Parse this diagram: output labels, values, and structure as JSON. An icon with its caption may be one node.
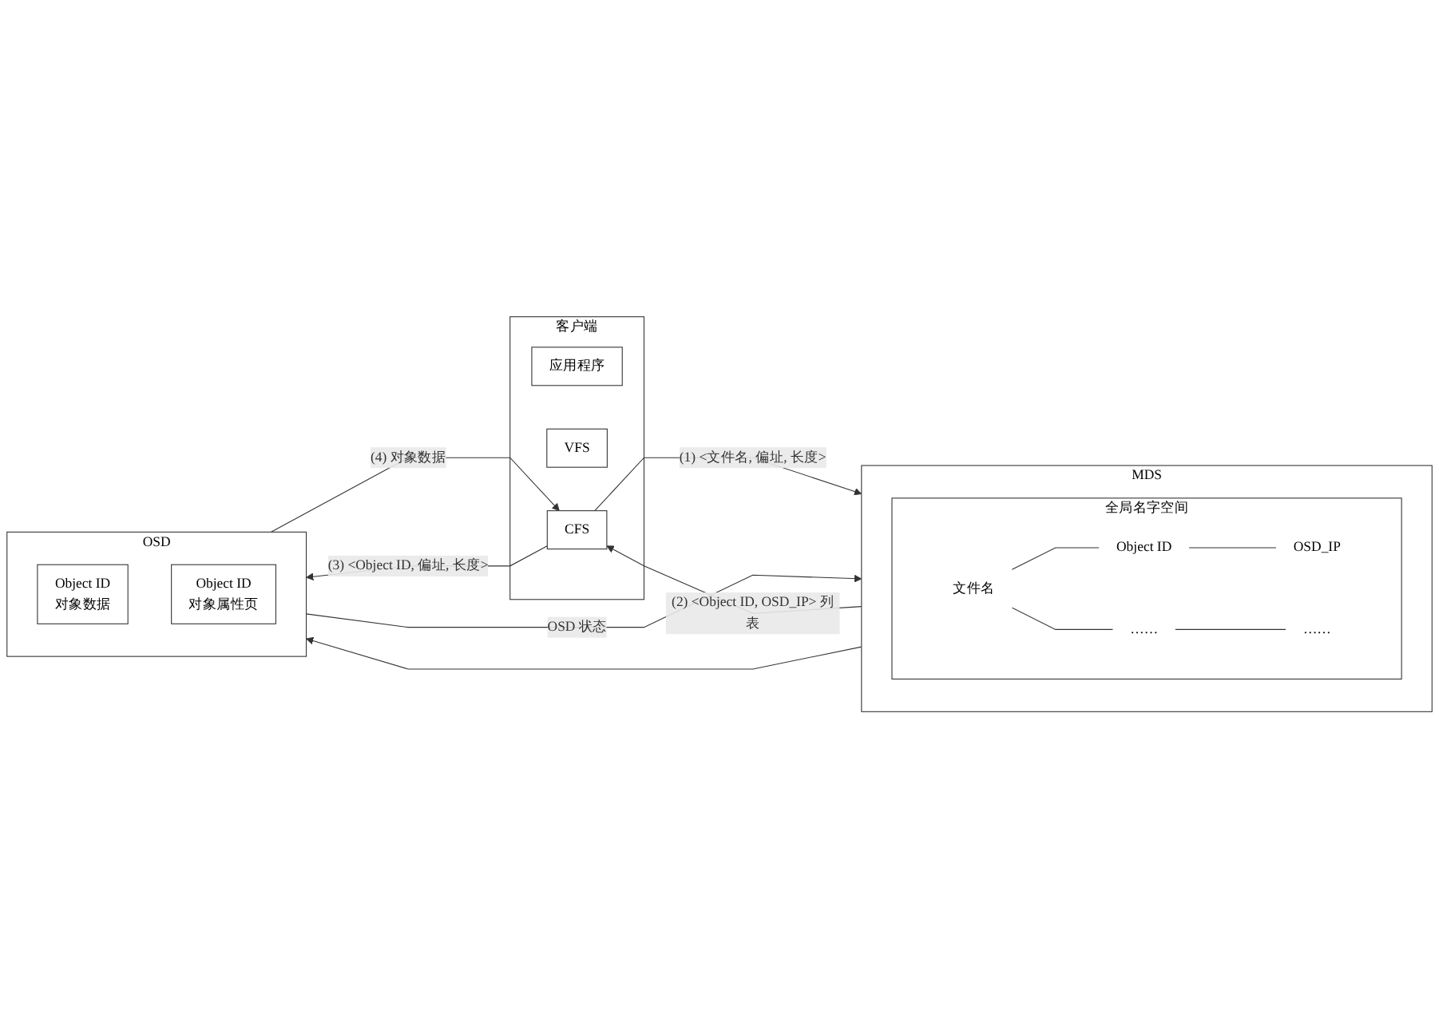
{
  "diagram": {
    "nodes": [
      {
        "text": [
          "客户端"
        ]
      },
      {
        "text": [
          "应用程序"
        ],
        "in": 0
      },
      {
        "text": [
          "VFS"
        ],
        "in": 0
      },
      {
        "text": [
          "CFS"
        ],
        "in": 0
      },
      {
        "text": [
          "MDS"
        ]
      },
      {
        "text": [
          "全局名字空间"
        ],
        "in": 4
      },
      {
        "text": [
          "文件名"
        ],
        "in": 5
      },
      {
        "text": [
          "Object ID"
        ],
        "in": 5
      },
      {
        "text": [
          "OSD_IP"
        ],
        "in": 5
      },
      {
        "text": [
          "……"
        ],
        "in": 5
      },
      {
        "text": [
          "……"
        ],
        "in": 5
      },
      {
        "text": [
          "OSD"
        ]
      },
      {
        "text": [
          "Object ID",
          "对象数据"
        ],
        "in": 11
      },
      {
        "text": [
          "Object ID",
          "对象属性页"
        ],
        "in": 11
      }
    ],
    "edges": [
      {
        "from": 3,
        "to": 4,
        "arrow": "to",
        "label": "(1) <文件名, 偏址, 长度>"
      },
      {
        "from": 4,
        "to": 3,
        "arrow": "to",
        "label": "(2) <Object ID, OSD_IP> 列表"
      },
      {
        "from": 3,
        "to": 11,
        "arrow": "to",
        "label": "(3) <Object ID, 偏址, 长度>"
      },
      {
        "from": 11,
        "to": 3,
        "arrow": "to",
        "label": "(4) 对象数据"
      },
      {
        "from": 4,
        "to": 11,
        "arrow": "to"
      },
      {
        "from": 11,
        "to": 4,
        "arrow": "to",
        "label": "OSD 状态"
      },
      {
        "from": 6,
        "to": 7,
        "arrow": "none"
      },
      {
        "from": 7,
        "to": 8,
        "arrow": "none"
      },
      {
        "from": 6,
        "to": 9,
        "arrow": "none"
      },
      {
        "from": 9,
        "to": 10,
        "arrow": "none"
      }
    ]
  }
}
